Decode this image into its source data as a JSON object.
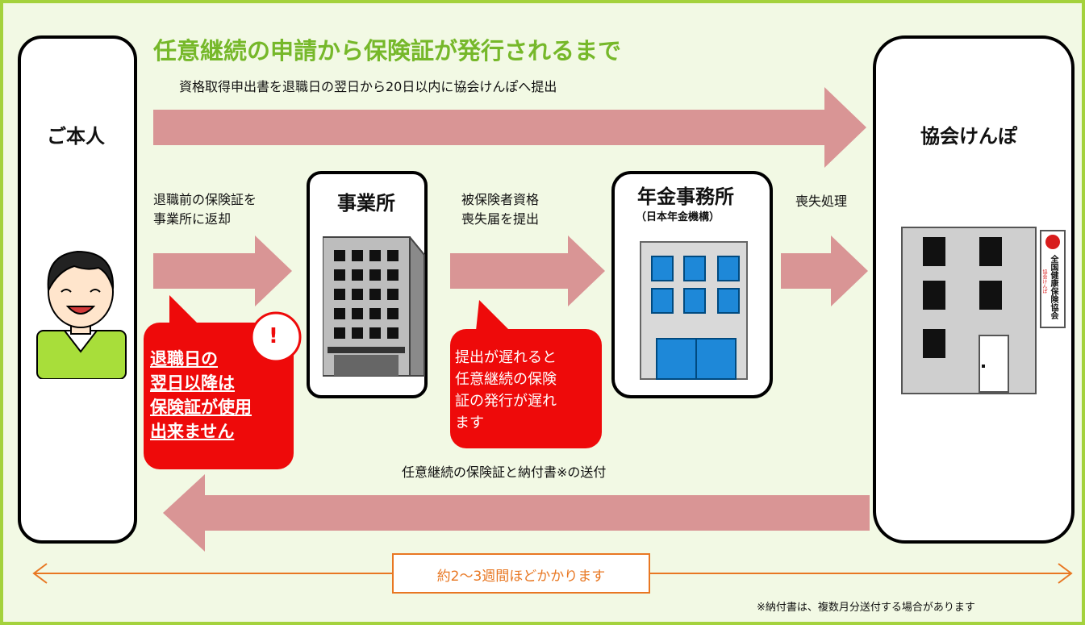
{
  "title": "任意継続の申請から保険証が発行されるまで",
  "actors": {
    "person": "ご本人",
    "office": "事業所",
    "pension_office": "年金事務所",
    "pension_office_sub": "（日本年金機構）",
    "kyokai": "協会けんぽ"
  },
  "steps": {
    "top_flow": "資格取得申出書を退職日の翌日から20日以内に協会けんぽへ提出",
    "return_card": [
      "退職前の保険証を",
      "事業所に返却"
    ],
    "submit_loss": [
      "被保険者資格",
      "喪失届を提出"
    ],
    "loss_processing": "喪失処理",
    "bottom_flow": "任意継続の保険証と納付書※の送付"
  },
  "warnings": {
    "card_unusable": [
      "退職日の",
      "翌日以降は",
      "保険証が使用",
      "出来ません"
    ],
    "alert_mark": "!",
    "delay": [
      "提出が遅れると",
      "任意継続の保険",
      "証の発行が遅れ",
      "ます"
    ]
  },
  "sign_text": "全国健康保険協会",
  "sign_small": "協会けんぽ",
  "duration": "約2～3週間ほどかかります",
  "footnote": "※納付書は、複数月分送付する場合があります",
  "colors": {
    "border": "#a4d23c",
    "title": "#76b82a",
    "flow_arrow": "#d99595",
    "warning": "#ee0a0a",
    "duration": "#e87722"
  }
}
